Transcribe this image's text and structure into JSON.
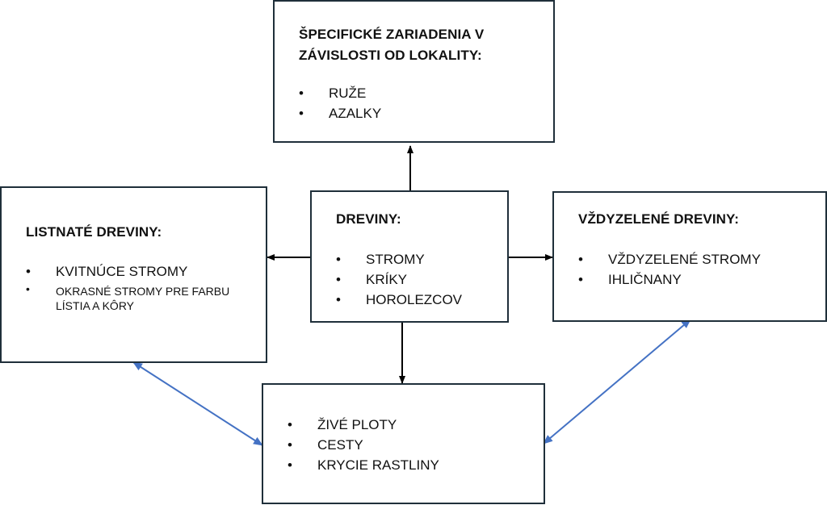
{
  "boxes": {
    "top": {
      "title_line1": "ŠPECIFICKÉ ZARIADENIA V",
      "title_line2": "ZÁVISLOSTI OD LOKALITY:",
      "items": [
        "RUŽE",
        "AZALKY"
      ]
    },
    "left": {
      "title": "LISTNATÉ DREVINY:",
      "items": [
        "KVITNÚCE STROMY",
        "OKRASNÉ STROMY PRE FARBU LÍSTIA A KÔRY"
      ]
    },
    "center": {
      "title": "DREVINY:",
      "items": [
        "STROMY",
        "KRÍKY",
        "HOROLEZCOV"
      ]
    },
    "right": {
      "title": "VŽDYZELENÉ DREVINY:",
      "items": [
        "VŽDYZELENÉ STROMY",
        "IHLIČNANY"
      ]
    },
    "bottom": {
      "items": [
        "ŽIVÉ PLOTY",
        "CESTY",
        "KRYCIE RASTLINY"
      ]
    }
  },
  "colors": {
    "box_border": "#1f2f3a",
    "arrow_black": "#000000",
    "arrow_blue": "#4472c4"
  }
}
